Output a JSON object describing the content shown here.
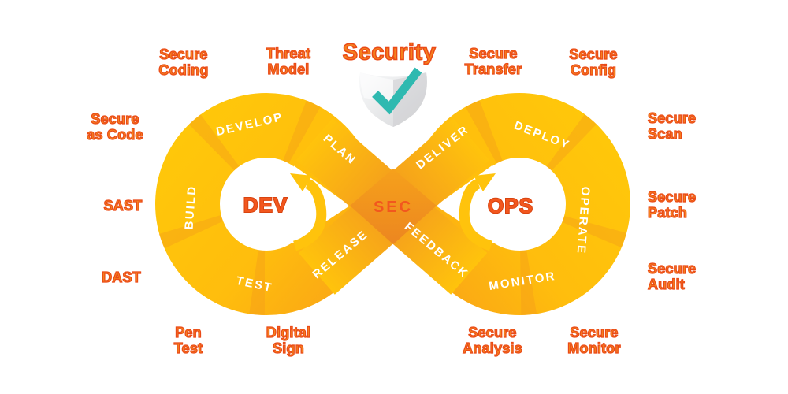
{
  "diagram": {
    "title": "Security",
    "center_labels": {
      "dev": "DEV",
      "sec": "SEC",
      "ops": "OPS"
    },
    "stages": {
      "plan": "PLAN",
      "develop": "DEVELOP",
      "build": "BUILD",
      "test": "TEST",
      "release": "RELEASE",
      "deliver": "DELIVER",
      "deploy": "DEPLOY",
      "operate": "OPERATE",
      "monitor": "MONITOR",
      "feedback": "FEEDBACK"
    },
    "practices": {
      "secure_coding": "Secure Coding",
      "threat_model": "Threat Model",
      "secure_transfer": "Secure Transfer",
      "secure_config": "Secure Config",
      "secure_as_code": "Secure as Code",
      "secure_scan": "Secure Scan",
      "sast": "SAST",
      "secure_patch": "Secure Patch",
      "dast": "DAST",
      "secure_audit": "Secure Audit",
      "pen_test": "Pen Test",
      "digital_sign": "Digital Sign",
      "secure_analysis": "Secure Analysis",
      "secure_monitor": "Secure Monitor"
    },
    "icons": {
      "shield": "shield-checkmark-icon",
      "loop_arrows": "circular-flow-arrow-icon"
    },
    "colors": {
      "bright_yellow": "#FFC30C",
      "mid_orange": "#F7A01B",
      "deep_orange": "#EE8C1E",
      "practice_fill": "#F5811E",
      "practice_outline": "#EA4A17",
      "center_text": "#F2571E",
      "center_text_outline": "#D8430F",
      "stage_text": "#FFFFFF",
      "check_teal": "#2FB9B0",
      "shield_gray": "#E9EAEB",
      "background": "#FFFFFF"
    }
  }
}
